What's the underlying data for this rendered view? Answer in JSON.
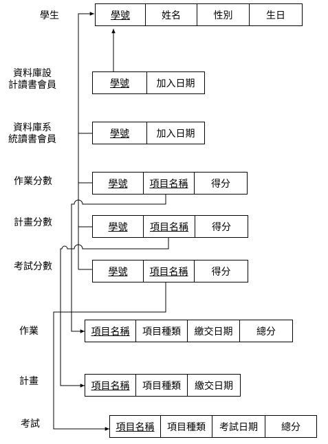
{
  "labels": {
    "student": "學生",
    "design_club": "資料庫設\n計讀書會員",
    "system_club": "資料庫系\n統讀書會員",
    "hw_scores": "作業分數",
    "plan_scores": "計畫分數",
    "exam_scores": "考試分數",
    "homework": "作業",
    "plan": "計畫",
    "exam": "考試"
  },
  "tables": {
    "student": [
      "學號",
      "姓名",
      "性別",
      "生日"
    ],
    "design_club": [
      "學號",
      "加入日期"
    ],
    "system_club": [
      "學號",
      "加入日期"
    ],
    "hw_scores": [
      "學號",
      "項目名稱",
      "得分"
    ],
    "plan_scores": [
      "學號",
      "項目名稱",
      "得分"
    ],
    "exam_scores": [
      "學號",
      "項目名稱",
      "得分"
    ],
    "homework": [
      "項目名稱",
      "項目種類",
      "繳交日期",
      "總分"
    ],
    "plan": [
      "項目名稱",
      "項目種類",
      "繳交日期"
    ],
    "exam": [
      "項目名稱",
      "項目種類",
      "考試日期",
      "總分"
    ]
  },
  "colors": {
    "line": "#000000",
    "background": "#ffffff"
  }
}
